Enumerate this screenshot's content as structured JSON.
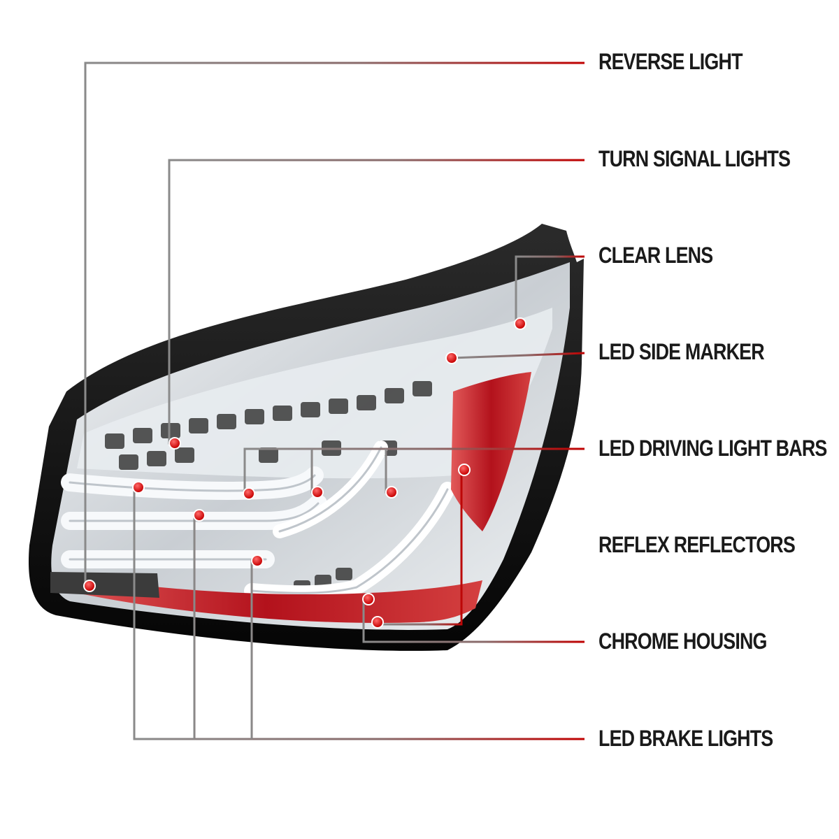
{
  "diagram": {
    "labels": {
      "reverse_light": "REVERSE LIGHT",
      "turn_signal_lights": "TURN SIGNAL LIGHTS",
      "clear_lens": "CLEAR LENS",
      "led_side_marker": "LED SIDE MARKER",
      "led_driving_light_bars": "LED DRIVING LIGHT BARS",
      "reflex_reflectors": "REFLEX REFLECTORS",
      "chrome_housing": "CHROME HOUSING",
      "led_brake_lights": "LED BRAKE LIGHTS"
    },
    "colors": {
      "leader_gray": "#8a8a8a",
      "leader_red": "#c00000",
      "marker_red": "#e10000",
      "housing_black": "#111111",
      "lens_red": "#b3121c",
      "chrome": "#d9dde1"
    }
  }
}
